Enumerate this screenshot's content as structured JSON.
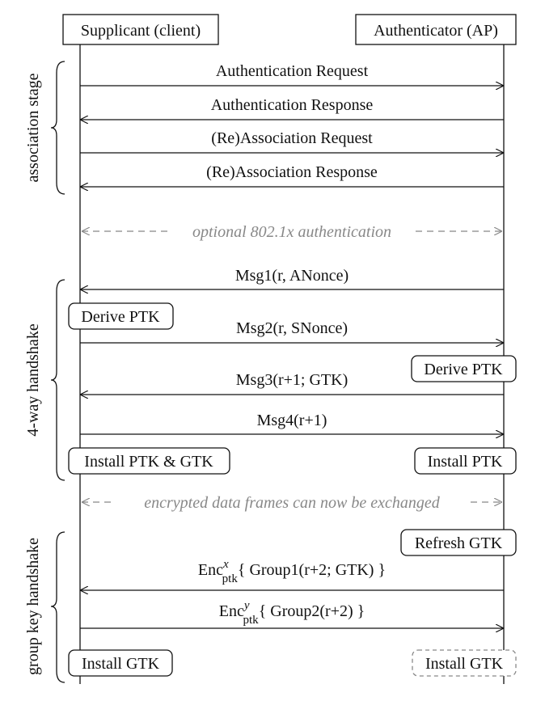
{
  "participants": {
    "left": "Supplicant (client)",
    "right": "Authenticator (AP)"
  },
  "stages": [
    {
      "label": "association stage"
    },
    {
      "label": "4-way handshake"
    },
    {
      "label": "group key handshake"
    }
  ],
  "messages": [
    {
      "label": "Authentication Request",
      "direction": "right"
    },
    {
      "label": "Authentication Response",
      "direction": "left"
    },
    {
      "label": "(Re)Association Request",
      "direction": "right"
    },
    {
      "label": "(Re)Association Response",
      "direction": "left"
    },
    {
      "label": "Msg1(r, ANonce)",
      "direction": "left"
    },
    {
      "label": "Msg2(r, SNonce)",
      "direction": "right"
    },
    {
      "label": "Msg3(r+1; GTK)",
      "direction": "left"
    },
    {
      "label": "Msg4(r+1)",
      "direction": "right"
    }
  ],
  "enc_messages": [
    {
      "prefix": "Enc",
      "sup": "x",
      "sub": "ptk",
      "body": "{ Group1(r+2; GTK) }",
      "direction": "left"
    },
    {
      "prefix": "Enc",
      "sup": "y",
      "sub": "ptk",
      "body": "{ Group2(r+2) }",
      "direction": "right"
    }
  ],
  "dashed": [
    {
      "label": "optional 802.1x authentication"
    },
    {
      "label": "encrypted data frames can now be exchanged"
    }
  ],
  "notes": {
    "derive_ptk_client": "Derive PTK",
    "derive_ptk_ap": "Derive PTK",
    "install_ptk_gtk_client": "Install PTK & GTK",
    "install_ptk_ap": "Install PTK",
    "refresh_gtk_ap": "Refresh GTK",
    "install_gtk_client": "Install GTK",
    "install_gtk_ap": "Install GTK"
  },
  "colors": {
    "line": "#111111",
    "muted": "#888888"
  }
}
